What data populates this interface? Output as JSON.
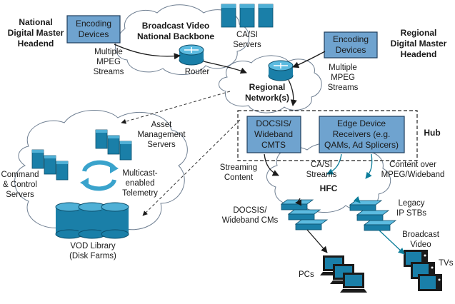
{
  "labels": {
    "national_headend": [
      "National",
      "Digital Master",
      "Headend"
    ],
    "regional_headend": [
      "Regional",
      "Digital Master",
      "Headend"
    ],
    "encoding_left": [
      "Encoding",
      "Devices"
    ],
    "encoding_right": [
      "Encoding",
      "Devices"
    ],
    "backbone": [
      "Broadcast Video",
      "National Backbone"
    ],
    "casi_servers": [
      "CA/SI",
      "Servers"
    ],
    "multiple_mpeg_left": [
      "Multiple",
      "MPEG",
      "Streams"
    ],
    "multiple_mpeg_right": [
      "Multiple",
      "MPEG",
      "Streams"
    ],
    "router": "Router",
    "regional_network": [
      "Regional",
      "Network(s)"
    ],
    "asset_mgmt": [
      "Asset",
      "Management",
      "Servers"
    ],
    "command_control": [
      "Command",
      "& Control",
      "Servers"
    ],
    "multicast": [
      "Multicast-",
      "enabled",
      "Telemetry"
    ],
    "vod_library": [
      "VOD Library",
      "(Disk Farms)"
    ],
    "docsis_cmts": [
      "DOCSIS/",
      "Wideband",
      "CMTS"
    ],
    "edge_receivers": [
      "Edge Device",
      "Receivers (e.g.",
      "QAMs, Ad Splicers)"
    ],
    "hub": "Hub",
    "streaming_content": [
      "Streaming",
      "Content"
    ],
    "casi_streams": [
      "CA/SI",
      "Streams"
    ],
    "content_over": [
      "Content over",
      "MPEG/Wideband"
    ],
    "hfc": "HFC",
    "docsis_cms": [
      "DOCSIS/",
      "Wideband CMs"
    ],
    "legacy_stbs": [
      "Legacy",
      "IP STBs"
    ],
    "broadcast_video": [
      "Broadcast",
      "Video"
    ],
    "tvs": "TVs",
    "pcs": "PCs"
  },
  "colors": {
    "box_fill": "#6fa3cf",
    "device_blue": "#1a7fa8",
    "teal_arrow": "#0b7d9a",
    "cloud_stroke": "#6f7f92"
  }
}
